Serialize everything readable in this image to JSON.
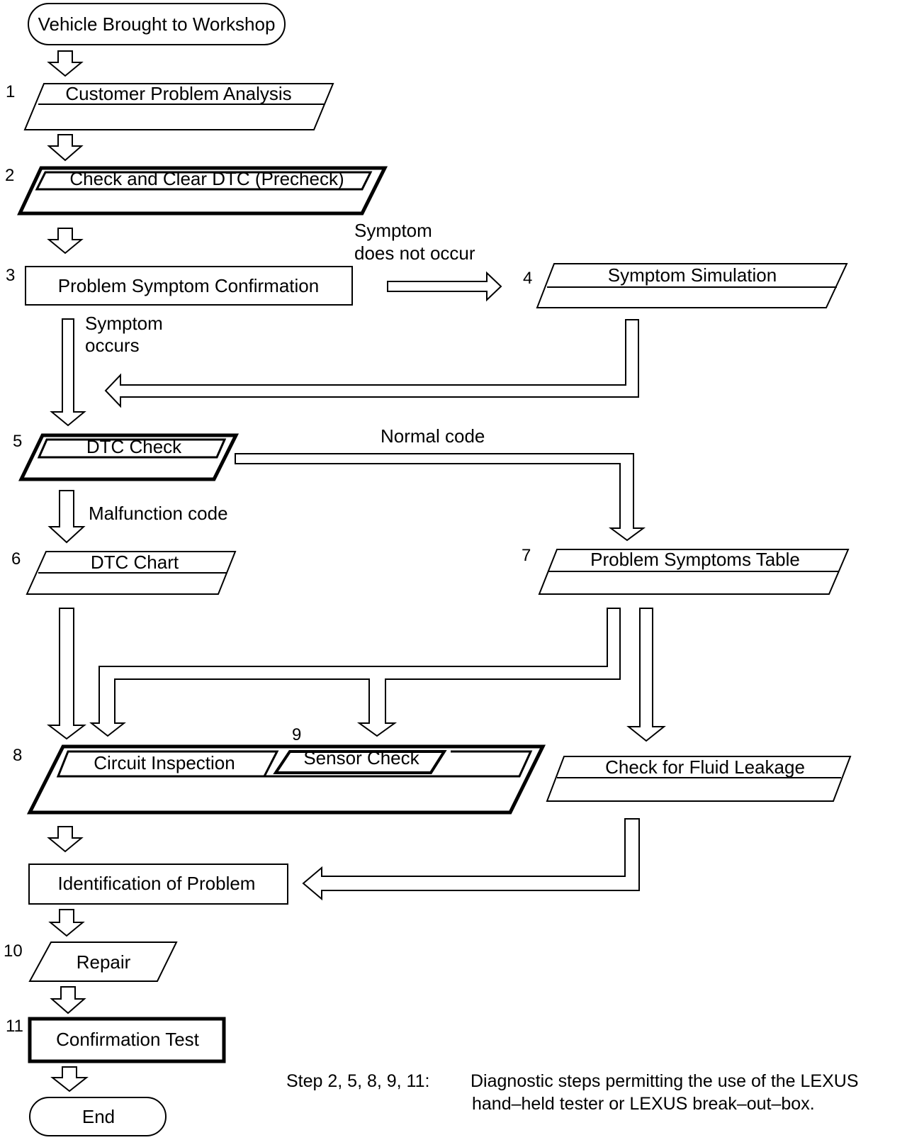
{
  "steps": {
    "start": "Vehicle Brought to Workshop",
    "s1": {
      "num": "1",
      "label": "Customer Problem Analysis"
    },
    "s2": {
      "num": "2",
      "label": "Check and Clear DTC (Precheck)"
    },
    "s3": {
      "num": "3",
      "label": "Problem Symptom Confirmation"
    },
    "s4": {
      "num": "4",
      "label": "Symptom Simulation"
    },
    "s5": {
      "num": "5",
      "label": "DTC Check"
    },
    "s6": {
      "num": "6",
      "label": "DTC Chart"
    },
    "s7": {
      "num": "7",
      "label": "Problem Symptoms Table"
    },
    "s8": {
      "num": "8",
      "label": "Circuit Inspection"
    },
    "s9": {
      "num": "9",
      "label": "Sensor Check"
    },
    "fluid": "Check for Fluid Leakage",
    "ident": "Identification of Problem",
    "s10": {
      "num": "10",
      "label": "Repair"
    },
    "s11": {
      "num": "11",
      "label": "Confirmation Test"
    },
    "end": "End"
  },
  "edges": {
    "no_symptom_1": "Symptom",
    "no_symptom_2": "does not occur",
    "symptom_1": "Symptom",
    "symptom_2": "occurs",
    "normal_code": "Normal code",
    "malfunction_code": "Malfunction code"
  },
  "note": {
    "prefix": "Step  2, 5, 8, 9, 11:",
    "line1": "Diagnostic steps permitting the use of the LEXUS",
    "line2": "hand–held tester or LEXUS break–out–box."
  }
}
